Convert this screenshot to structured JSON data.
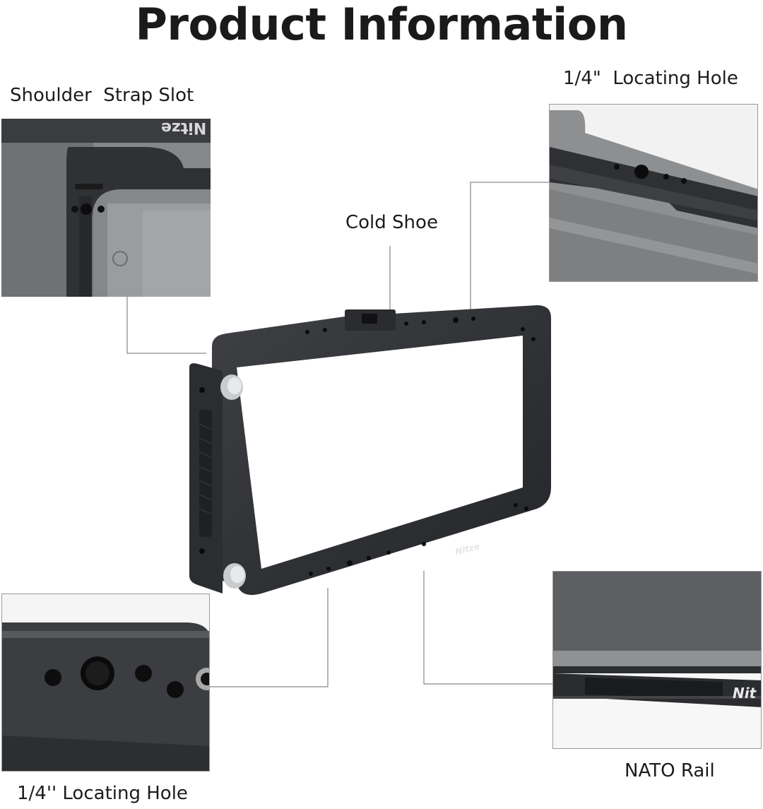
{
  "page": {
    "title": "Product Information"
  },
  "callouts": {
    "shoulder_strap_slot": "Shoulder  Strap Slot",
    "top_locating_hole": "1/4\"  Locating Hole",
    "cold_shoe": "Cold Shoe",
    "bottom_locating_hole": "1/4'' Locating Hole",
    "nato_rail": "NATO Rail"
  },
  "product": {
    "brand_engraving": "Nitze",
    "brand_engraving_partial": "Nit"
  },
  "colors": {
    "metal_dark": "#2b2d30",
    "metal_mid": "#3a3c40",
    "screen_grey": "#7c7e80",
    "leader_line": "#6d6d6d"
  }
}
